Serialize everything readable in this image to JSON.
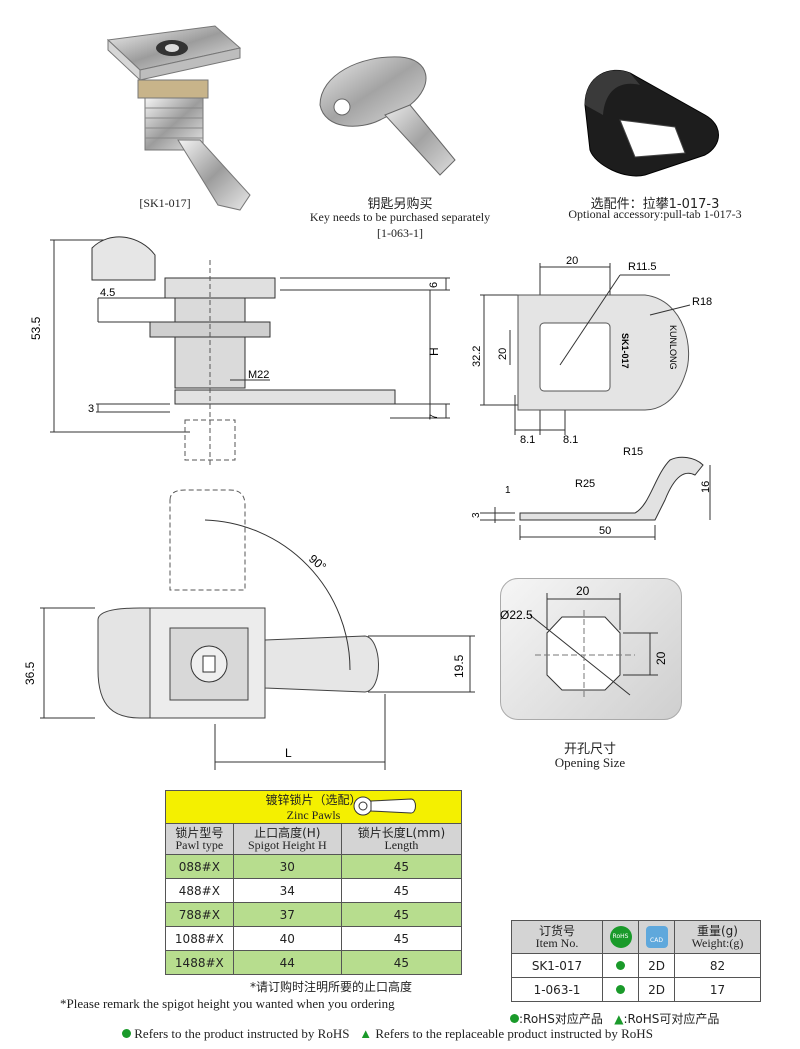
{
  "products": {
    "lock_code": "[SK1-017]",
    "key_title_cn": "钥匙另购买",
    "key_title_en": "Key needs to be purchased separately",
    "key_code": "[1-063-1]",
    "accessory_cn": "选配件：拉攀1-017-3",
    "accessory_en": "Optional accessory:pull-tab 1-017-3"
  },
  "side_drawing": {
    "dim_total": "53.5",
    "dim_thread": "4.5",
    "dim_flange": "3",
    "dim_6": "6",
    "dim_h": "H",
    "dim_7": "7",
    "thread": "M22"
  },
  "front_drawing": {
    "dim_20_top": "20",
    "dim_r115": "R11.5",
    "dim_r18": "R18",
    "dim_322": "32.2",
    "dim_20_side": "20",
    "dim_81_a": "8.1",
    "dim_81_b": "8.1",
    "brand": "KUNLONG",
    "plate": "SK1-017"
  },
  "tab_drawing": {
    "dim_r15": "R15",
    "dim_r25": "R25",
    "dim_1": "1",
    "dim_3": "3",
    "dim_16": "16",
    "dim_50": "50"
  },
  "top_drawing": {
    "angle": "90°",
    "dim_365": "36.5",
    "dim_195": "19.5",
    "dim_l": "L"
  },
  "opening": {
    "dim_20_top": "20",
    "dim_dia": "Ø22.5",
    "dim_20_side": "20",
    "title_cn": "开孔尺寸",
    "title_en": "Opening Size"
  },
  "pawl_table": {
    "title_cn": "镀锌锁片（选配）",
    "title_en": "Zinc Pawls",
    "columns": [
      {
        "cn": "锁片型号",
        "en": "Pawl type"
      },
      {
        "cn": "止口高度(H)",
        "en": "Spigot Height H"
      },
      {
        "cn": "锁片长度L(mm)",
        "en": "Length"
      }
    ],
    "rows": [
      [
        "088#X",
        "30",
        "45"
      ],
      [
        "488#X",
        "34",
        "45"
      ],
      [
        "788#X",
        "37",
        "45"
      ],
      [
        "1088#X",
        "40",
        "45"
      ],
      [
        "1488#X",
        "44",
        "45"
      ]
    ],
    "note_cn": "*请订购时注明所要的止口高度",
    "note_en": "*Please remark the spigot height you wanted when you ordering"
  },
  "order_table": {
    "col_item_cn": "订货号",
    "col_item_en": "Item No.",
    "rohs_badge": "RoHS",
    "cad_badge": "CAD",
    "col_weight_cn": "重量(g)",
    "col_weight_en": "Weight:(g)",
    "rows": [
      {
        "item": "SK1-017",
        "cad": "2D",
        "weight": "82"
      },
      {
        "item": "1-063-1",
        "cad": "2D",
        "weight": "17"
      }
    ],
    "legend_cn_1": ":RoHS对应产品",
    "legend_cn_2": ":RoHS可对应产品"
  },
  "footer": {
    "rohs_text": "Refers to the product instructed by RoHS",
    "replaceable_text": "Refers to the replaceable product instructed by RoHS"
  },
  "colors": {
    "table_yellow": "#f4f000",
    "table_green": "#b7dd8e",
    "table_grey": "#d4d4d4",
    "rohs_green": "#1a9a2a",
    "cad_blue": "#5fa8dc"
  }
}
